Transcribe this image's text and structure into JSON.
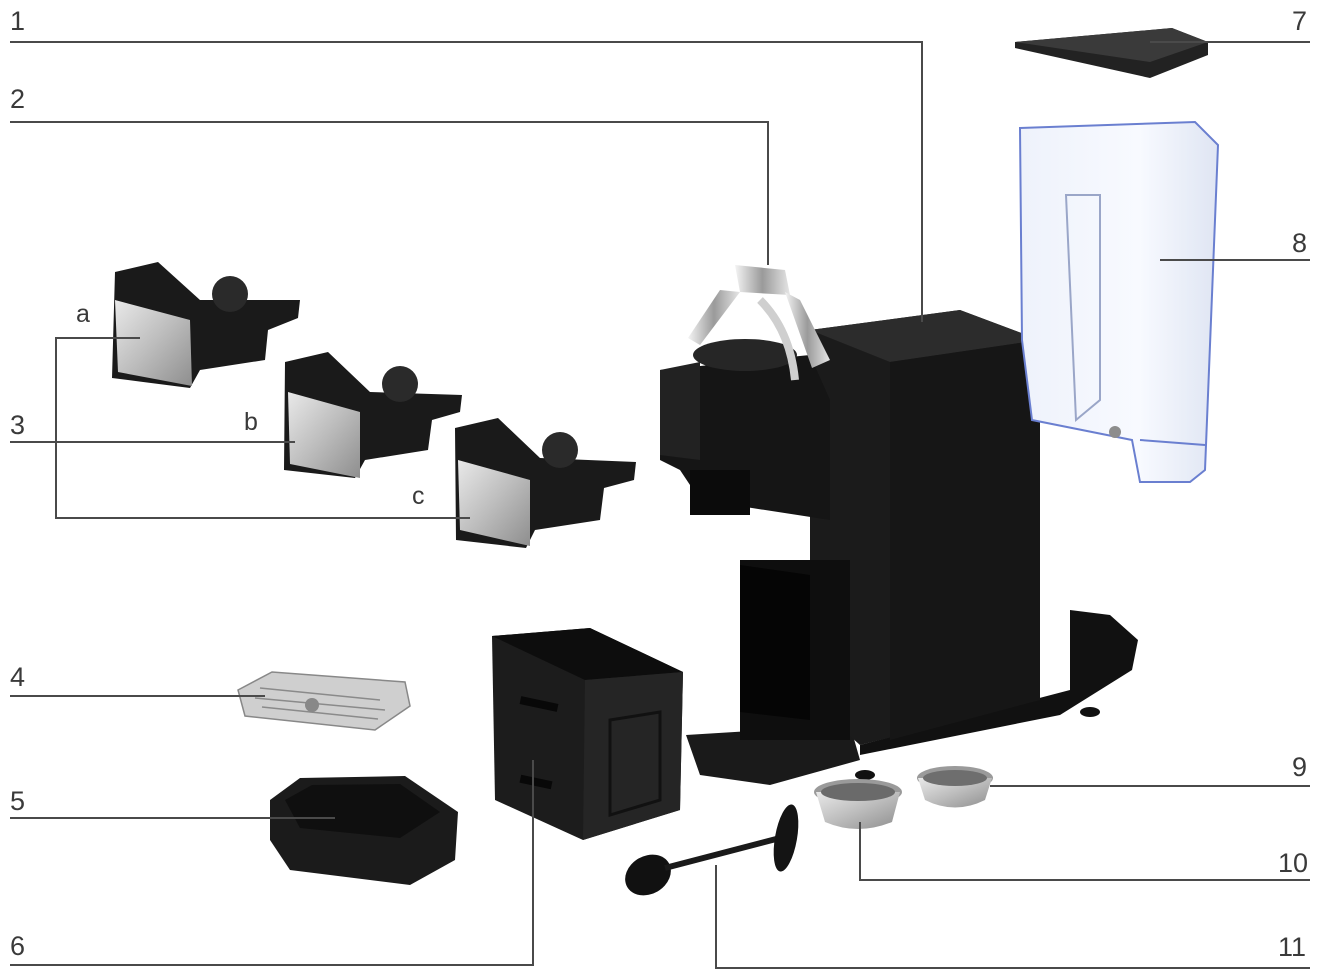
{
  "callouts": {
    "n1": "1",
    "n2": "2",
    "n3": "3",
    "n4": "4",
    "n5": "5",
    "n6": "6",
    "n7": "7",
    "n8": "8",
    "n9": "9",
    "n10": "10",
    "n11": "11",
    "a": "a",
    "b": "b",
    "c": "c"
  },
  "colors": {
    "body": "#1d1d1d",
    "steel": "#c8c8c8",
    "tank": "#dfe7f7",
    "tank_edge": "#6a7fd0",
    "leader": "#4a4a4a"
  }
}
